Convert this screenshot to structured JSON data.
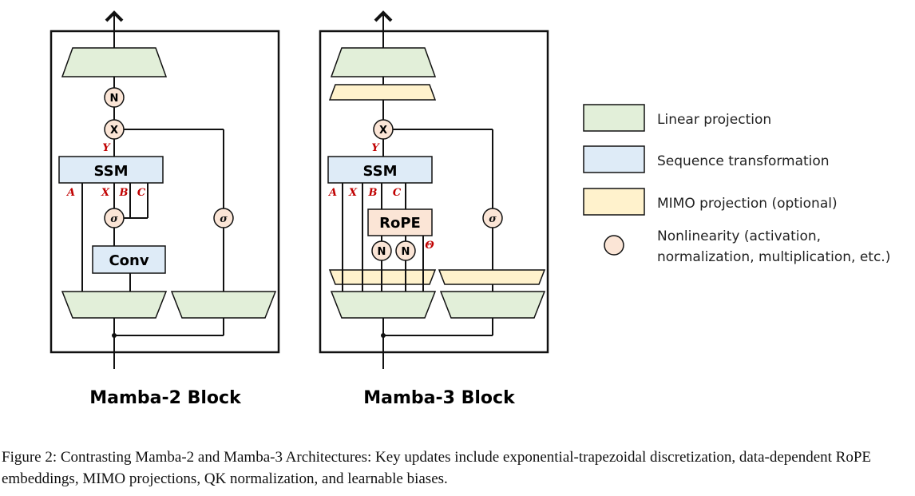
{
  "colors": {
    "linear": "#e2efd9",
    "sequence": "#deebf7",
    "mimo": "#fff2cc",
    "nonlinearity": "#fbe5d6",
    "variable": "#c00000"
  },
  "mamba2": {
    "title": "Mamba-2 Block",
    "ssm_label": "SSM",
    "conv_label": "Conv",
    "y_label": "Y",
    "a_label": "A",
    "x_label": "X",
    "b_label": "B",
    "c_label": "C",
    "norm_symbol": "N",
    "mult_symbol": "X",
    "sigma_symbol": "σ"
  },
  "mamba3": {
    "title": "Mamba-3 Block",
    "ssm_label": "SSM",
    "rope_label": "RoPE",
    "y_label": "Y",
    "a_label": "A",
    "x_label": "X",
    "b_label": "B",
    "c_label": "C",
    "theta_label": "Θ",
    "norm_symbol": "N",
    "mult_symbol": "X",
    "sigma_symbol": "σ"
  },
  "legend": {
    "linear": "Linear projection",
    "sequence": "Sequence transformation",
    "mimo": "MIMO projection (optional)",
    "nonlinearity_line1": "Nonlinearity (activation,",
    "nonlinearity_line2": "normalization, multiplication, etc.)"
  },
  "caption": {
    "text": "Figure 2: Contrasting Mamba-2 and Mamba-3 Architectures: Key updates include exponential-trapezoidal discretization, data-dependent RoPE embeddings, MIMO projections, QK normalization, and learnable biases."
  }
}
